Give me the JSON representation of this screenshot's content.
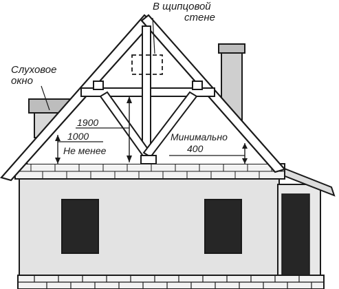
{
  "labels": {
    "gable_wall_line1": "В щипцовой",
    "gable_wall_line2": "стене",
    "dormer_line1": "Слуховое",
    "dormer_line2": "окно",
    "dim_1900": "1900",
    "dim_1000": "1000",
    "not_less": "Не менее",
    "minimum": "Минимально",
    "dim_400": "400"
  },
  "colors": {
    "ink": "#1a1a1a",
    "wall_fill": "#e3e3e3",
    "gable_fill": "#ffffff",
    "window_fill": "#262626",
    "chimney_fill": "#cfcfcf",
    "foundation_fill": "#f2f2f2"
  }
}
